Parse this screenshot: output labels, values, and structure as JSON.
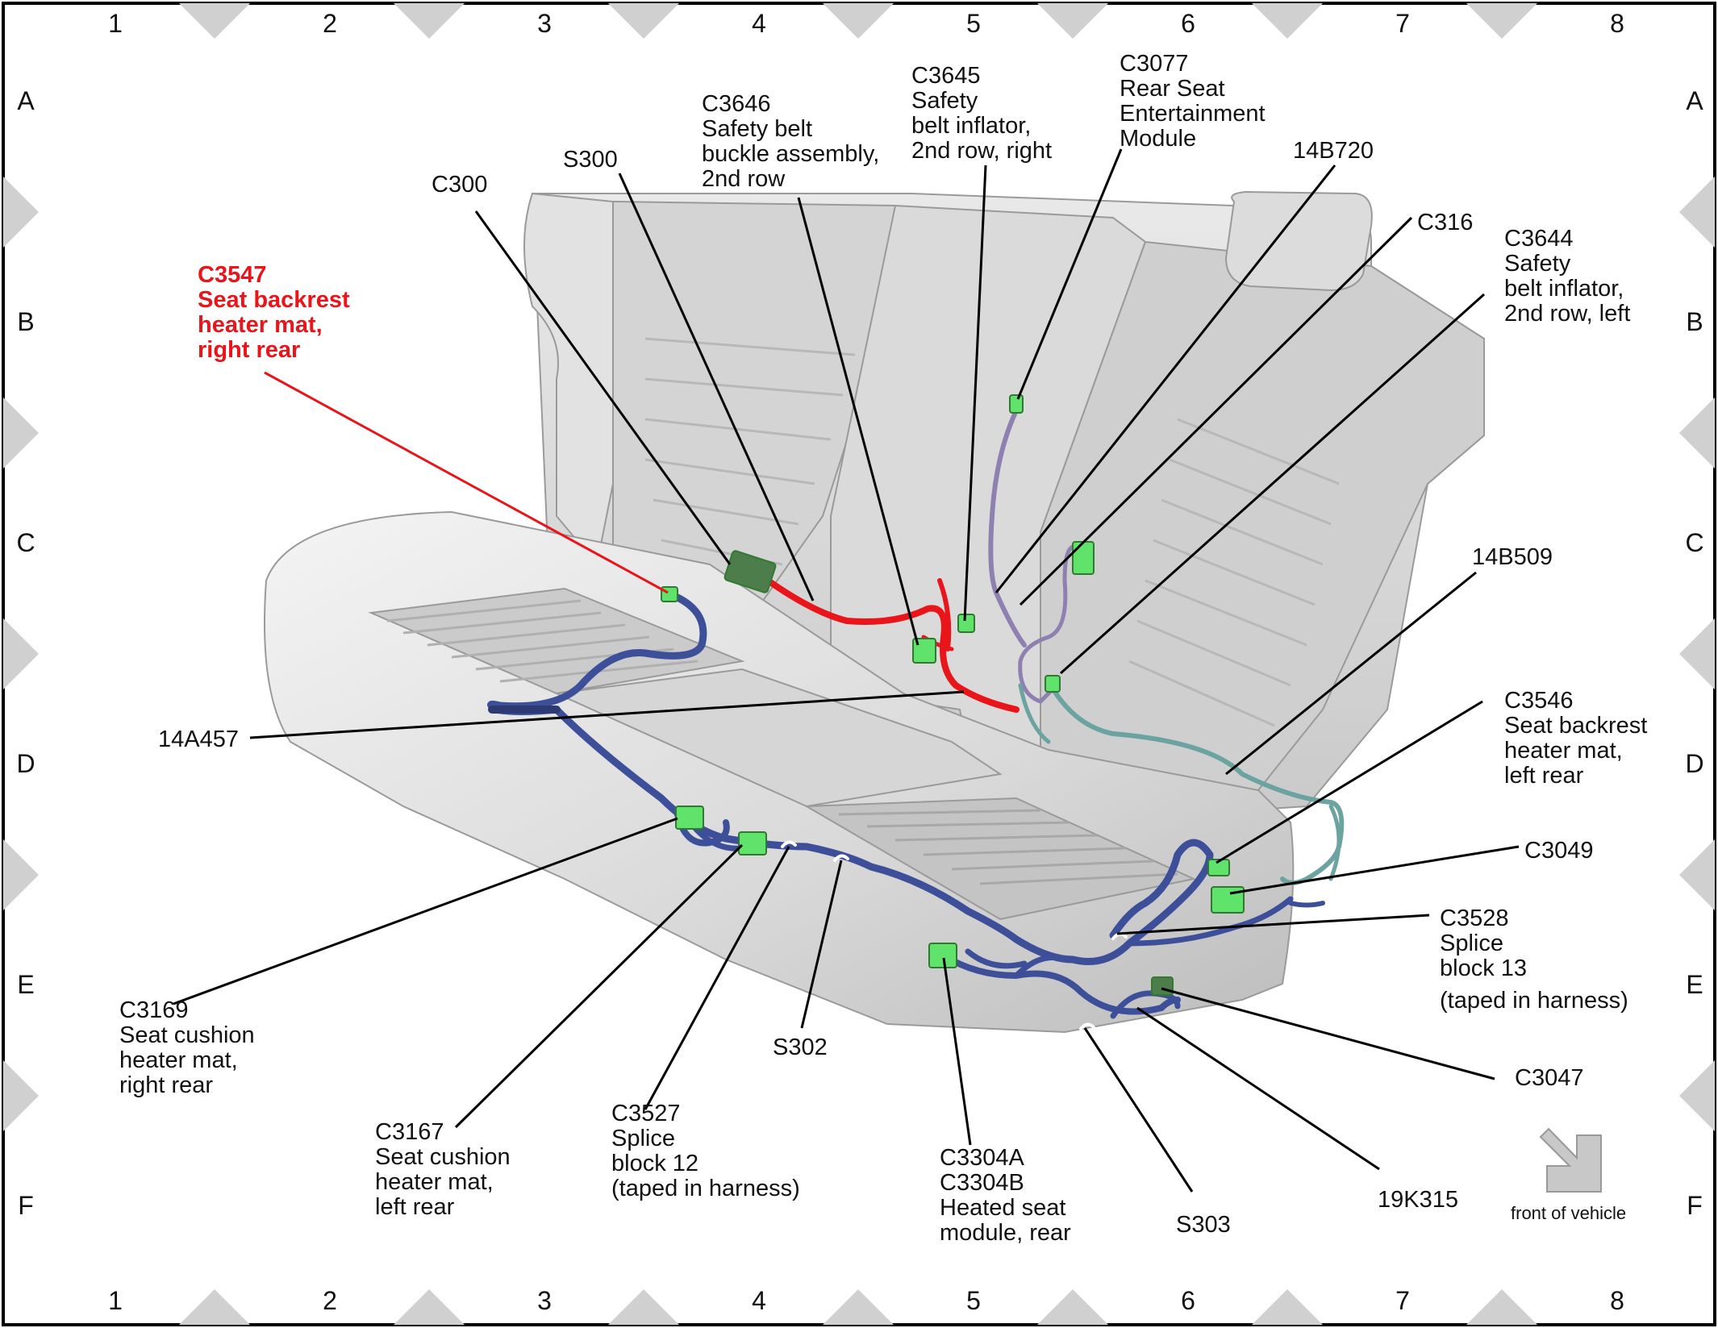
{
  "grid": {
    "columns": [
      "1",
      "2",
      "3",
      "4",
      "5",
      "6",
      "7",
      "8"
    ],
    "rows": [
      "A",
      "B",
      "C",
      "D",
      "E",
      "F"
    ]
  },
  "colors": {
    "highlight": "#e8151b",
    "connector": "#5fe36a",
    "connector_dark": "#4d7d4a",
    "harness_blue": "#3e4f9a",
    "harness_teal": "#6aa3a0",
    "harness_purple": "#8e80b0"
  },
  "callouts": {
    "c3547": [
      "C3547",
      "Seat backrest",
      "heater mat,",
      "right rear"
    ],
    "c300": [
      "C300"
    ],
    "s300": [
      "S300"
    ],
    "c3646": [
      "C3646",
      "Safety belt",
      "buckle assembly,",
      "2nd row"
    ],
    "c3645": [
      "C3645",
      "Safety",
      "belt inflator,",
      "2nd row, right"
    ],
    "c3077": [
      "C3077",
      "Rear Seat",
      "Entertainment",
      "Module"
    ],
    "b14b720": [
      "14B720"
    ],
    "c316": [
      "C316"
    ],
    "c3644": [
      "C3644",
      "Safety",
      "belt inflator,",
      "2nd row, left"
    ],
    "b14b509": [
      "14B509"
    ],
    "a14a457": [
      "14A457"
    ],
    "c3546": [
      "C3546",
      "Seat backrest",
      "heater mat,",
      "left rear"
    ],
    "c3049": [
      "C3049"
    ],
    "c3528": [
      "C3528",
      "Splice",
      "block 13",
      "(taped in harness)"
    ],
    "c3169": [
      "C3169",
      "Seat cushion",
      "heater mat,",
      "right rear"
    ],
    "c3167": [
      "C3167",
      "Seat cushion",
      "heater mat,",
      "left rear"
    ],
    "c3527": [
      "C3527",
      "Splice",
      "block 12",
      "(taped in harness)"
    ],
    "s302": [
      "S302"
    ],
    "c3304": [
      "C3304A",
      "C3304B",
      "Heated seat",
      "module, rear"
    ],
    "s303": [
      "S303"
    ],
    "k19k315": [
      "19K315"
    ],
    "c3047": [
      "C3047"
    ]
  },
  "front_of_vehicle": "front of vehicle"
}
